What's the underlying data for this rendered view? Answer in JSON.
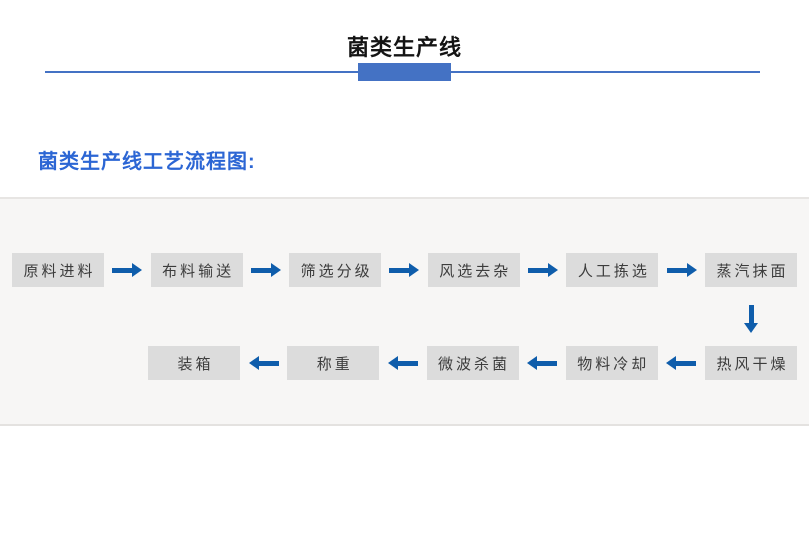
{
  "header": {
    "title": "菌类生产线"
  },
  "section": {
    "heading": "菌类生产线工艺流程图:"
  },
  "flow": {
    "row1": [
      "原料进料",
      "布料输送",
      "筛选分级",
      "风选去杂",
      "人工拣选",
      "蒸汽抹面"
    ],
    "row2": [
      "热风干燥",
      "物料冷却",
      "微波杀菌",
      "称重",
      "装箱"
    ]
  },
  "colors": {
    "accent_blue": "#4472c4",
    "arrow_blue": "#0f5dab",
    "heading_blue": "#2c66d4",
    "node_background": "#dcdcdc",
    "node_text": "#3c3c3c",
    "panel_background": "#f7f6f5"
  }
}
